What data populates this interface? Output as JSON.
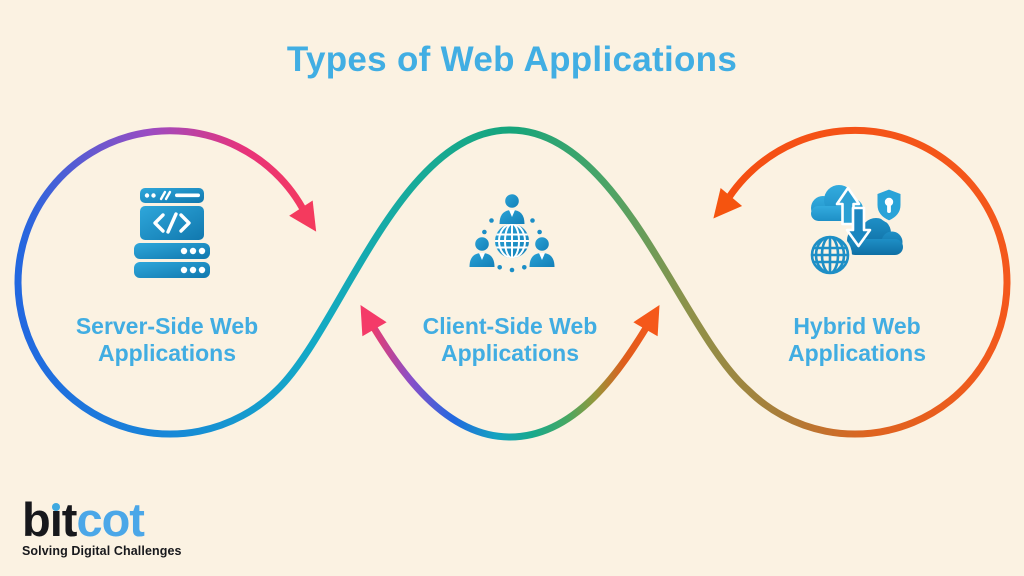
{
  "title": "Types of Web Applications",
  "items": [
    {
      "id": "server-side",
      "label": "Server-Side Web Applications",
      "icon": "server-code-icon"
    },
    {
      "id": "client-side",
      "label": "Client-Side Web Applications",
      "icon": "users-network-globe-icon"
    },
    {
      "id": "hybrid",
      "label": "Hybrid Web Applications",
      "icon": "cloud-sync-security-icon"
    }
  ],
  "logo": {
    "black_b": "b",
    "black_i_dotless": "ı",
    "black_t": "t",
    "blue_part": "cot",
    "tagline": "Solving Digital Challenges"
  },
  "colors": {
    "background": "#FBF2E2",
    "title_color": "#41AEE3",
    "label_color": "#41ADE2",
    "icon_blue": "#1B8EC6",
    "logo_black": "#17181C",
    "logo_blue": "#4BA7E8",
    "logo_dot_blue": "#3FA9E0",
    "curve_blue": "#2268E0",
    "curve_purple": "#9B4CC2",
    "curve_pink": "#F43A64",
    "curve_cyan": "#14AAC6",
    "curve_teal": "#16A57B",
    "curve_green": "#3FA95F",
    "curve_olive": "#8F9149",
    "curve_brown": "#A97E3A",
    "curve_orange": "#F4581C"
  }
}
